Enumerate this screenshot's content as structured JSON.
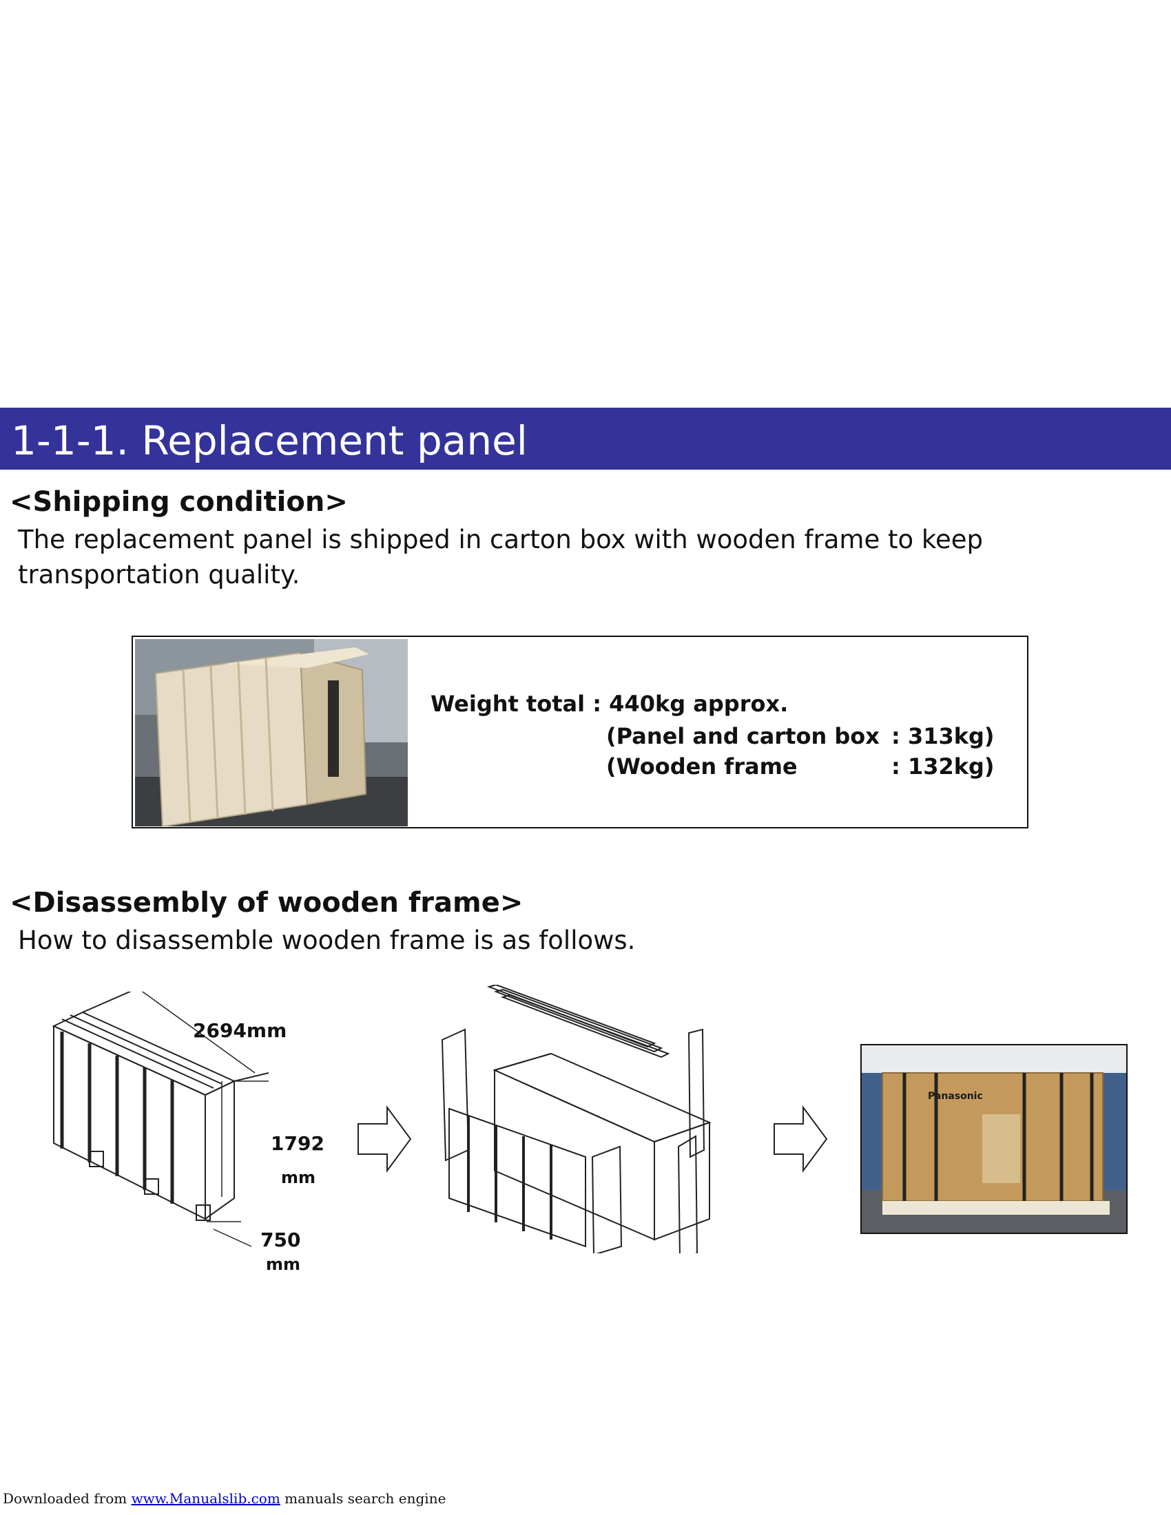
{
  "header": {
    "title": "1-1-1. Replacement panel",
    "bar_color": "#333399"
  },
  "shipping": {
    "heading": "<Shipping condition>",
    "text_line1": "The replacement panel is shipped in carton box with wooden frame to keep",
    "text_line2": "transportation quality."
  },
  "weights": {
    "total": "Weight total : 440kg approx.",
    "panel_label": "(Panel and carton box",
    "panel_value": ": 313kg)",
    "frame_label": "(Wooden frame",
    "frame_value": ": 132kg)"
  },
  "disassembly": {
    "heading": "<Disassembly of wooden frame>",
    "text": "How to disassemble wooden frame is as follows."
  },
  "dimensions": {
    "length": "2694mm",
    "height_num": "1792",
    "height_unit": "mm",
    "depth_num": "750",
    "depth_unit": "mm"
  },
  "carton_brand": "Panasonic",
  "footer": {
    "prefix": "Downloaded from ",
    "link": "www.Manualslib.com",
    "suffix": " manuals search engine"
  }
}
